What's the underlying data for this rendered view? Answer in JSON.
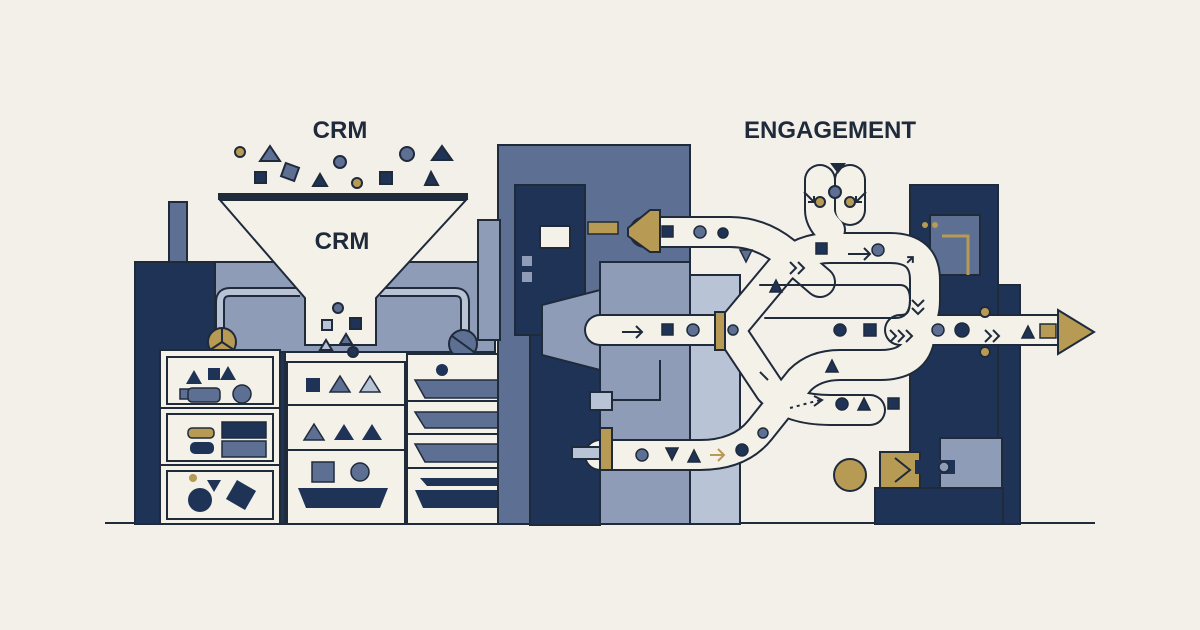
{
  "labels": {
    "crm_top": "CRM",
    "crm_funnel": "CRM",
    "engagement": "ENGAGEMENT"
  },
  "colors": {
    "background": "#f3f0ea",
    "navy": "#1f3357",
    "slate": "#5d6f93",
    "light_slate": "#8e9cb8",
    "pale_slate": "#b9c3d6",
    "cream": "#f4f1e9",
    "gold": "#b79a54",
    "ink": "#1f2a3a"
  },
  "icons": [
    "funnel-icon",
    "conveyor-belt-icon",
    "arrow-right-icon",
    "gear-icon",
    "shelf-icon"
  ]
}
